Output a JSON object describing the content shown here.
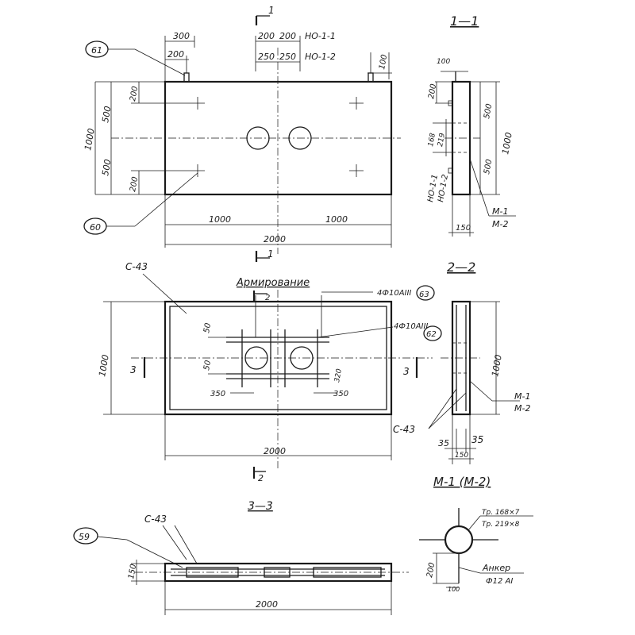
{
  "plan": {
    "sec_top": "1",
    "sec_bottom": "1",
    "dim_300": "300",
    "dim_200_loop": "200",
    "dim_200a": "200",
    "dim_200b": "200",
    "mark_ho11": "НО-1-1",
    "dim_250a": "250",
    "dim_250b": "250",
    "mark_ho12": "НО-1-2",
    "dim_100": "100",
    "dim_500a": "500",
    "dim_500b": "500",
    "dim_1000_h": "1000",
    "dim_200_top": "200",
    "dim_200_bot": "200",
    "dim_1000_left": "1000",
    "dim_1000_right": "1000",
    "dim_2000": "2000",
    "callout_61": "61",
    "callout_60": "60"
  },
  "section11": {
    "title": "1—1",
    "dim_100": "100",
    "dim_200": "200",
    "dim_500a": "500",
    "dim_500b": "500",
    "dim_1000": "1000",
    "dim_168": "168",
    "dim_219": "219",
    "mark_ho11": "НО-1-1",
    "mark_ho12": "НО-1-2",
    "mark_m1": "М-1",
    "mark_m2": "М-2",
    "dim_150": "150"
  },
  "reinf": {
    "label_c43": "С-43",
    "title": "Армирование",
    "sec2_top": "2",
    "sec2_bottom": "2",
    "sec3_left": "3",
    "sec3_right": "3",
    "bars_63": "4Ф10АIII",
    "callout_63": "63",
    "bars_62": "4Ф10АIII",
    "callout_62": "62",
    "dim_50a": "50",
    "dim_50b": "50",
    "dim_350_left": "350",
    "dim_350_right": "350",
    "dim_320": "320",
    "dim_1000": "1000",
    "dim_2000": "2000"
  },
  "section22": {
    "title": "2—2",
    "dim_1000": "1000",
    "mark_m1": "М-1",
    "mark_m2": "М-2",
    "label_c43": "С-43",
    "dim_35a": "35",
    "dim_35b": "35",
    "dim_150": "150"
  },
  "section33": {
    "title": "3—3",
    "label_c43": "С-43",
    "callout_59": "59",
    "dim_150": "150",
    "dim_2000": "2000"
  },
  "detail": {
    "title": "М-1 (М-2)",
    "pipe1": "Тр. 168×7",
    "pipe2": "Тр. 219×8",
    "anchor_label": "Анкер",
    "anchor_size": "Ф12 АI",
    "dim_200": "200",
    "dim_100": "100"
  }
}
